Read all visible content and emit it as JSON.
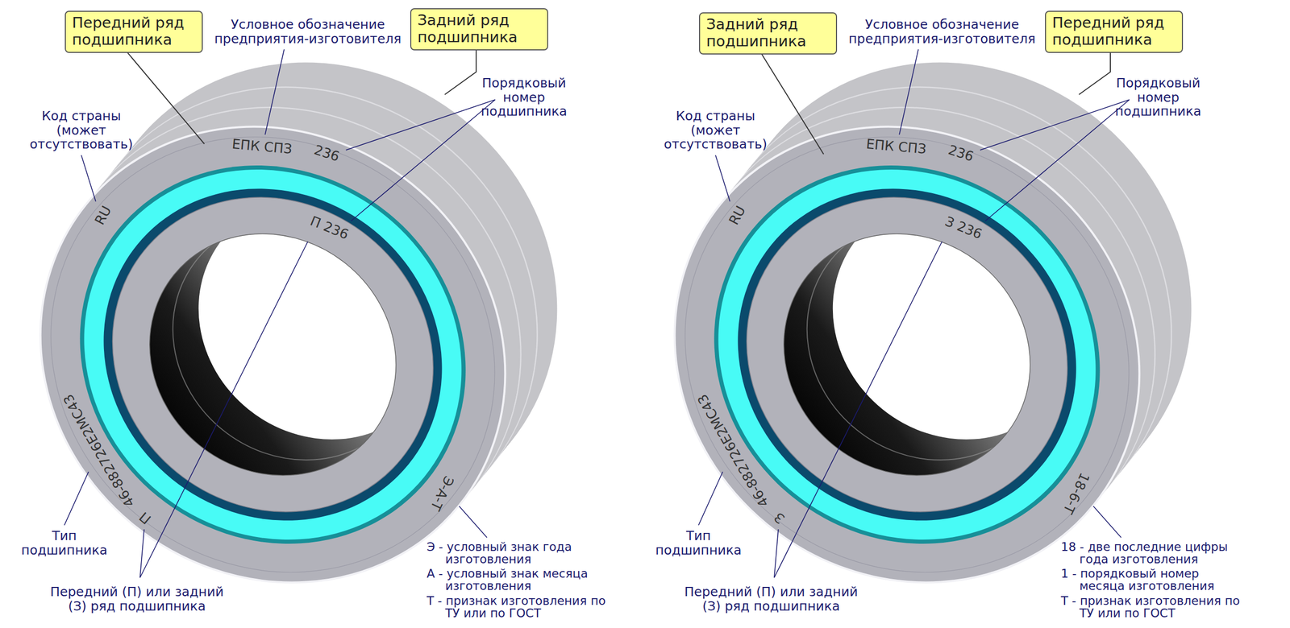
{
  "diagram": {
    "nodes": [
      {
        "text": [
          "Передний ряд подшипника"
        ]
      },
      {
        "text": [
          "Задний ряд подшипника"
        ]
      },
      {
        "text": [
          "Задний ряд подшипника"
        ]
      },
      {
        "text": [
          "Передний ряд подшипника"
        ]
      }
    ],
    "labels": [
      "Условное обозначение предприятия-изготовителя",
      "Порядковый номер подшипника",
      "Код страны (может отсутствовать)",
      "ЕПК СПЗ",
      "236",
      "RU",
      "П 236",
      "46-882726Е2МС43",
      "П",
      "Э-А-Т",
      "Тип подшипника",
      "Передний (П) или задний (З) ряд подшипника",
      "Э - условный знак года изготовления",
      "А - условный знак месяца изготовления",
      "Т - признак изготовления по ТУ или по ГОСТ",
      "Условное обозначение предприятия-изготовителя",
      "Порядковый номер подшипника",
      "Код страны (может отсутствовать)",
      "ЕПК СПЗ",
      "236",
      "RU",
      "З 236",
      "46-882726Е2МС43",
      "З",
      "18-6-Т",
      "Тип подшипника",
      "Передний (П) или задний (З) ряд подшипника",
      "18 - две последние цифры года изготовления",
      "1 - порядковый номер месяца изготовления",
      "Т - признак изготовления по ТУ или по ГОСТ"
    ]
  }
}
